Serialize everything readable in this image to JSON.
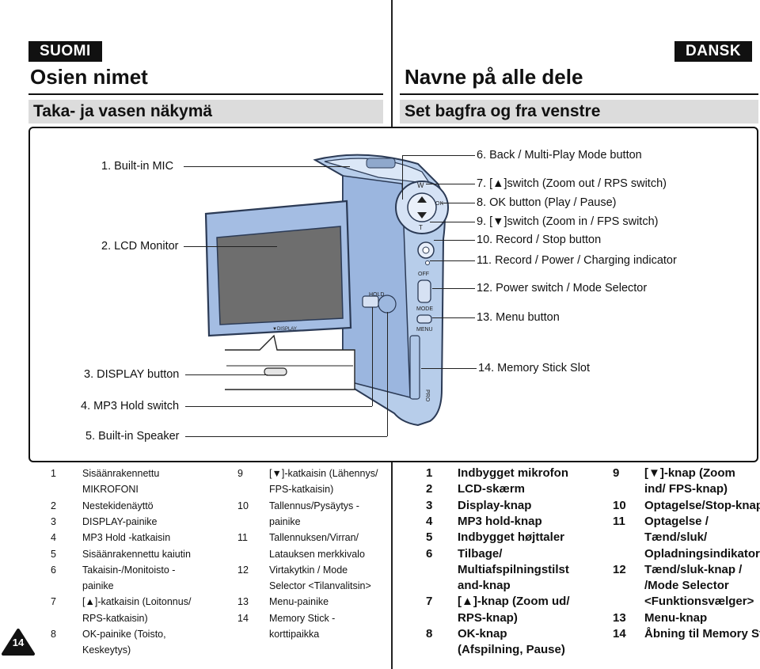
{
  "header": {
    "left_language": "SUOMI",
    "right_language": "DANSK",
    "left_title": "Osien nimet",
    "right_title": "Navne på alle dele",
    "left_section": "Taka- ja vasen näkymä",
    "right_section": "Set bagfra og fra venstre"
  },
  "diagram": {
    "left_labels": [
      "1. Built-in MIC",
      "2. LCD Monitor",
      "3. DISPLAY button",
      "4. MP3 Hold switch",
      "5. Built-in Speaker"
    ],
    "right_labels": [
      "6. Back / Multi-Play Mode button",
      "7. [▲]switch (Zoom out / RPS switch)",
      "8. OK button (Play / Pause)",
      "9. [▼]switch (Zoom in / FPS switch)",
      "10. Record / Stop button",
      "11. Record / Power / Charging indicator",
      "12. Power switch / Mode Selector",
      "13. Menu button",
      "14. Memory Stick Slot"
    ],
    "device_text": {
      "display": "▼DISPLAY",
      "hold": "HOLD",
      "off": "OFF",
      "mode": "MODE",
      "menu": "MENU",
      "ok": "OK",
      "w": "W",
      "t": "T",
      "pro": "PRO"
    }
  },
  "finnish_list": [
    {
      "n": "1",
      "t": [
        "Sisäänrakennettu",
        "MIKROFONI"
      ]
    },
    {
      "n": "2",
      "t": [
        "Nestekidenäyttö"
      ]
    },
    {
      "n": "3",
      "t": [
        "DISPLAY-painike"
      ]
    },
    {
      "n": "4",
      "t": [
        "MP3 Hold -katkaisin"
      ]
    },
    {
      "n": "5",
      "t": [
        "Sisäänrakennettu kaiutin"
      ]
    },
    {
      "n": "6",
      "t": [
        "Takaisin-/Monitoisto -",
        "painike"
      ]
    },
    {
      "n": "7",
      "t": [
        "[▲]-katkaisin (Loitonnus/",
        "RPS-katkaisin)"
      ]
    },
    {
      "n": "8",
      "t": [
        "OK-painike (Toisto,",
        "Keskeytys)"
      ]
    },
    {
      "n": "9",
      "t": [
        "[▼]-katkaisin (Lähennys/",
        "FPS-katkaisin)"
      ]
    },
    {
      "n": "10",
      "t": [
        "Tallennus/Pysäytys -",
        "painike"
      ]
    },
    {
      "n": "11",
      "t": [
        "Tallennuksen/Virran/",
        "Latauksen merkkivalo"
      ]
    },
    {
      "n": "12",
      "t": [
        "Virtakytkin / Mode",
        "Selector <Tilanvalitsin>"
      ]
    },
    {
      "n": "13",
      "t": [
        "Menu-painike"
      ]
    },
    {
      "n": "14",
      "t": [
        "Memory Stick -",
        "korttipaikka"
      ]
    }
  ],
  "danish_list": [
    {
      "n": "1",
      "t": [
        "Indbygget mikrofon"
      ]
    },
    {
      "n": "2",
      "t": [
        "LCD-skærm"
      ]
    },
    {
      "n": "3",
      "t": [
        "Display-knap"
      ]
    },
    {
      "n": "4",
      "t": [
        "MP3 hold-knap"
      ]
    },
    {
      "n": "5",
      "t": [
        "Indbygget højttaler"
      ]
    },
    {
      "n": "6",
      "t": [
        "Tilbage/",
        "Multiafspilningstilst",
        "and-knap"
      ]
    },
    {
      "n": "7",
      "t": [
        "[▲]-knap (Zoom ud/",
        "RPS-knap)"
      ]
    },
    {
      "n": "8",
      "t": [
        "OK-knap",
        "(Afspilning, Pause)"
      ]
    },
    {
      "n": "9",
      "t": [
        "[▼]-knap (Zoom",
        "ind/ FPS-knap)"
      ]
    },
    {
      "n": "10",
      "t": [
        "Optagelse/Stop-knap"
      ]
    },
    {
      "n": "11",
      "t": [
        "Optagelse /",
        "Tænd/sluk/",
        "Opladningsindikator"
      ]
    },
    {
      "n": "12",
      "t": [
        "Tænd/sluk-knap /",
        "/Mode Selector",
        "<Funktionsvælger>"
      ]
    },
    {
      "n": "13",
      "t": [
        "Menu-knap"
      ]
    },
    {
      "n": "14",
      "t": [
        "Åbning til Memory Stick"
      ]
    }
  ],
  "page_number": "14",
  "colors": {
    "band": "#dcdcdc",
    "device_body": "#a9c3e6",
    "device_dark": "#5d7fb3",
    "screen": "#6e6e6e"
  }
}
